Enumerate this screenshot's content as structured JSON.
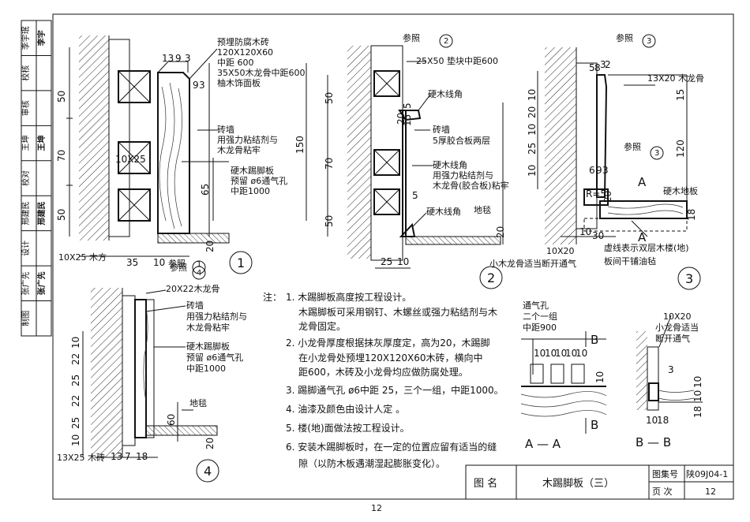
{
  "page_number": "12",
  "approval_strip": [
    {
      "role": "李宇珉",
      "sign": "李宇"
    },
    {
      "role": "校核",
      "sign": ""
    },
    {
      "role": "审核",
      "sign": ""
    },
    {
      "role": "王坤",
      "sign": "王坤"
    },
    {
      "role": "校对",
      "sign": ""
    },
    {
      "role": "邢建民",
      "sign": "邢建民"
    },
    {
      "role": "设计",
      "sign": ""
    },
    {
      "role": "张广先",
      "sign": "张广先"
    },
    {
      "role": "制图",
      "sign": ""
    }
  ],
  "title_block": {
    "name_label": "图 名",
    "name": "木踢脚板（三）",
    "atlas_label": "图集号",
    "atlas_no": "陕09J04-1",
    "page_label": "页 次",
    "page_no": "12"
  },
  "detail1": {
    "mark": "1",
    "labels": [
      "预埋防腐木砖",
      "120X120X60",
      "中距 600",
      "35X50木龙骨中距600",
      "柚木饰面板",
      "砖墙",
      "用强力粘结剂与",
      "木龙骨粘牢",
      "硬木踢脚板",
      "预留 ø6通气孔",
      "中距1000"
    ],
    "dims": [
      "13",
      "9",
      "3",
      "9",
      "3",
      "10X25",
      "50",
      "70",
      "50",
      "150",
      "65",
      "20",
      "35",
      "10"
    ],
    "bottom_label": "10X25 木方",
    "ref": "参照"
  },
  "detail2": {
    "mark": "2",
    "ref": "参照",
    "labels": [
      "25X50 垫块中距600",
      "硬木线角",
      "砖墙",
      "5厚胶合板两层",
      "硬木线角",
      "用强力粘结剂与",
      "木龙骨(胶合板)粘牢",
      "硬木线角",
      "地毯"
    ],
    "dims": [
      "50",
      "70",
      "50",
      "5",
      "15",
      "20",
      "5",
      "20",
      "25",
      "10"
    ]
  },
  "detail3": {
    "mark": "3",
    "ref": "参照",
    "labels": [
      "13X20 木龙骨",
      "硬木地板",
      "10X20",
      "小木龙骨适当断开通气",
      "虚线表示双层木楼(地)",
      "板间干铺油毡"
    ],
    "dims": [
      "5",
      "8",
      "3",
      "2",
      "15",
      "120",
      "10",
      "20",
      "10",
      "25",
      "10",
      "6",
      "9",
      "3",
      "R=5",
      "20",
      "18",
      "10",
      "30"
    ],
    "section_mark": "A"
  },
  "detail4": {
    "mark": "4",
    "ref": "参照",
    "labels": [
      "20X22木龙骨",
      "砖墙",
      "用强力粘结剂与",
      "木龙骨粘牢",
      "硬木踢脚板",
      "预留 ø6通气孔",
      "中距1000",
      "地毯"
    ],
    "dims": [
      "10",
      "22",
      "25",
      "22",
      "25",
      "10",
      "60",
      "20"
    ],
    "bottom_label": "13X25 木砖",
    "bottom_dims": [
      "13",
      "7",
      "18"
    ]
  },
  "notes": {
    "prefix": "注：",
    "items": [
      "1. 木踢脚板高度按工程设计。",
      "木踢脚板可采用钢钉、木螺丝或强力粘结剂与木",
      "龙骨固定。",
      "2. 小龙骨厚度根据抹灰厚度定，高为20，木踢脚",
      "在小龙骨处预埋120X120X60木砖，横向中",
      "距600，木砖及小龙骨均应做防腐处理。",
      "3. 踢脚通气孔 ø6中距 25，三个一组，中距1000。",
      "4. 油漆及颜色由设计人定 。",
      "5. 楼(地)面做法按工程设计。",
      "6. 安装木踢脚板时，在一定的位置应留有适当的缝",
      "隙（以防木板遇潮湿起膨胀变化）。"
    ]
  },
  "section_aa": {
    "label": "A — A",
    "labels": [
      "通气孔",
      "二个一组",
      "中距900"
    ],
    "dims": [
      "10",
      "10",
      "10",
      "10",
      "10",
      "10"
    ],
    "mark": "B"
  },
  "section_bb": {
    "label": "B — B",
    "labels": [
      "10X20",
      "小龙骨适当",
      "断开通气"
    ],
    "dims": [
      "3",
      "10",
      "10",
      "18",
      "10",
      "18"
    ]
  }
}
